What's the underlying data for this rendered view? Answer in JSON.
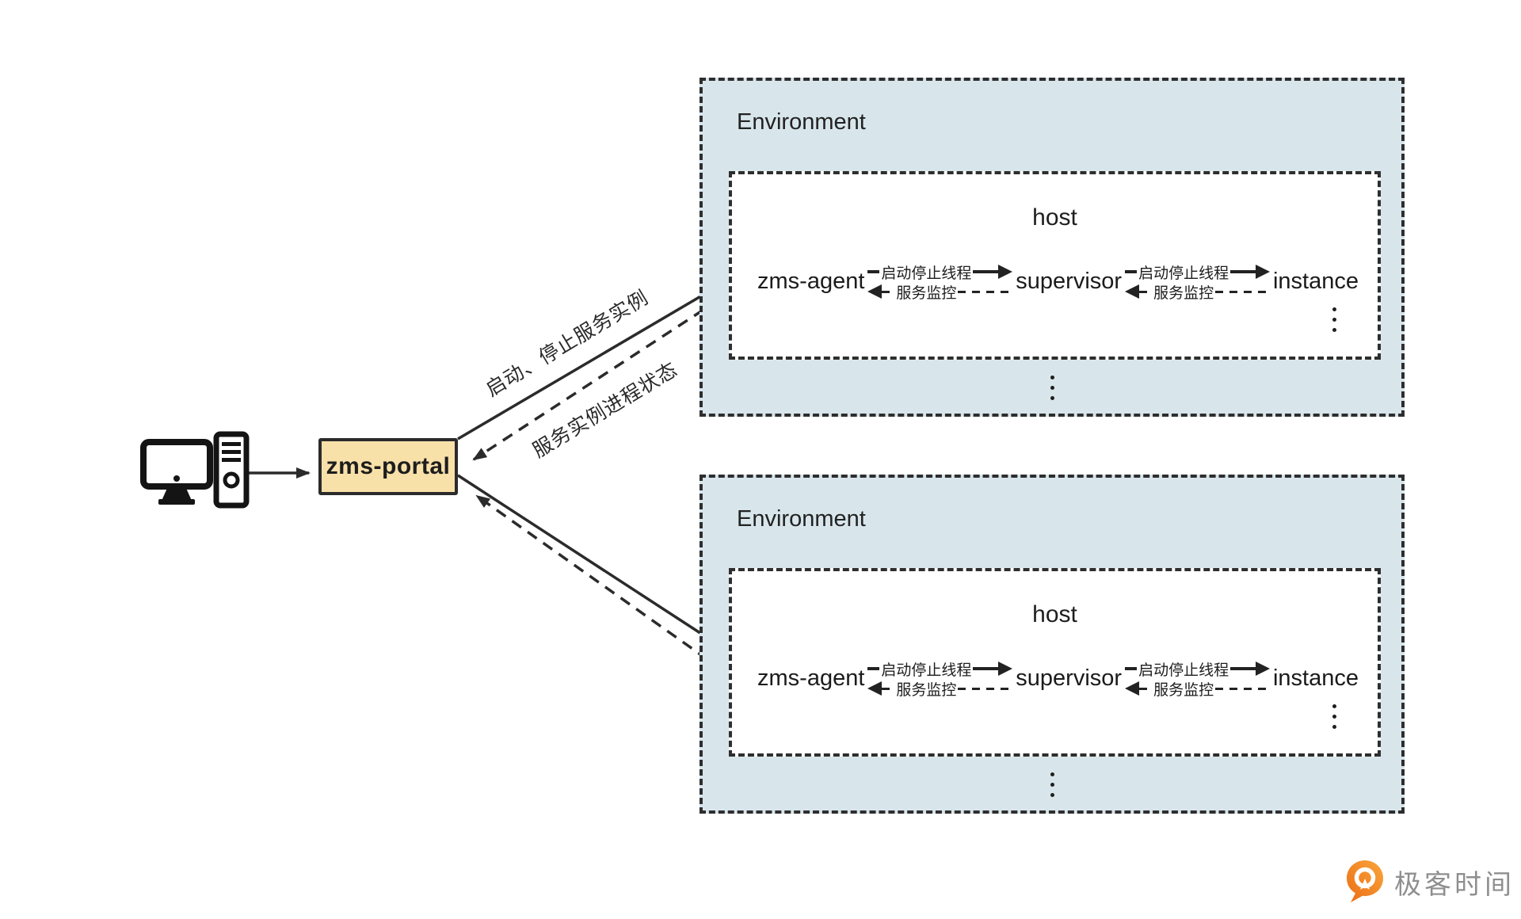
{
  "diagram": {
    "client": {
      "icon": "desktop-computer-icon"
    },
    "portal": {
      "label": "zms-portal"
    },
    "flow_labels": {
      "request": "启动、停止服务实例",
      "status": "服务实例进程状态"
    },
    "environments": [
      {
        "title": "Environment",
        "more_indicator": "⋮",
        "host": {
          "title": "host",
          "nodes": [
            "zms-agent",
            "supervisor",
            "instance"
          ],
          "links": [
            {
              "forward": "启动停止线程",
              "back": "服务监控"
            },
            {
              "forward": "启动停止线程",
              "back": "服务监控"
            }
          ],
          "more_indicator": "⋮"
        }
      },
      {
        "title": "Environment",
        "more_indicator": "⋮",
        "host": {
          "title": "host",
          "nodes": [
            "zms-agent",
            "supervisor",
            "instance"
          ],
          "links": [
            {
              "forward": "启动停止线程",
              "back": "服务监控"
            },
            {
              "forward": "启动停止线程",
              "back": "服务监控"
            }
          ],
          "more_indicator": "⋮"
        }
      }
    ],
    "logo": {
      "text": "极客时间"
    },
    "colors": {
      "environment_fill": "#D8E6EC",
      "portal_fill": "#F8E0A9",
      "line": "#2b2b2b",
      "logo_orange": "#EE7B17",
      "logo_gray": "#8f8f8f"
    }
  }
}
